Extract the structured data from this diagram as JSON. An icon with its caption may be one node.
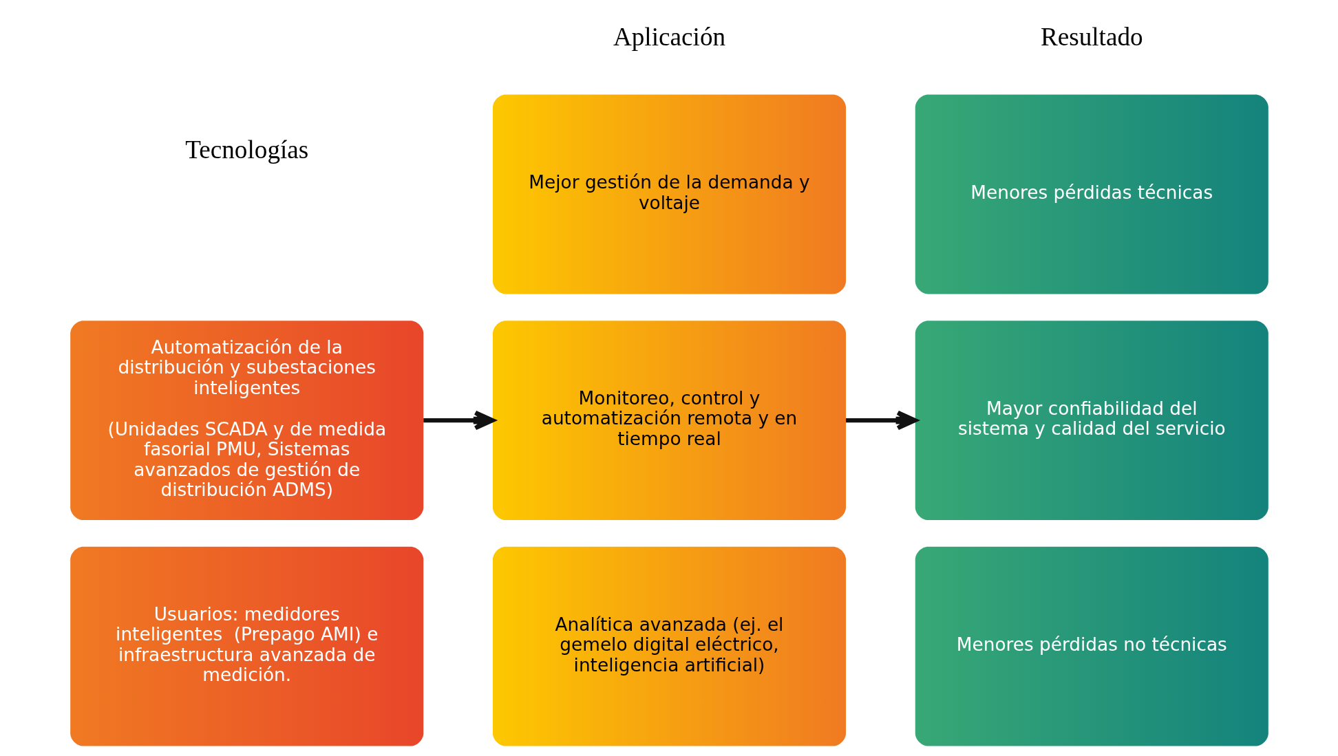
{
  "diagram": {
    "nodes": [
      {
        "text": [
          "Automatización de la distribución y subestaciones inteligentes",
          "(Unidades SCADA y de medida fasorial PMU, Sistemas avanzados de gestión de distribución ADMS)"
        ]
      },
      {
        "text": [
          "Usuarios: medidores inteligentes  (Prepago AMI) e infraestructura avanzada de medición."
        ]
      },
      {
        "text": [
          "Mejor gestión de la demanda y voltaje"
        ]
      },
      {
        "text": [
          "Monitoreo, control y automatización remota y en tiempo real"
        ]
      },
      {
        "text": [
          "Analítica avanzada (ej. el gemelo digital eléctrico, inteligencia artificial)"
        ]
      },
      {
        "text": [
          "Menores pérdidas técnicas"
        ]
      },
      {
        "text": [
          "Mayor confiabilidad del sistema y calidad del servicio"
        ]
      },
      {
        "text": [
          "Menores pérdidas no técnicas"
        ]
      }
    ],
    "edges": [
      {
        "from": 0,
        "to": 3,
        "arrow": "to"
      },
      {
        "from": 3,
        "to": 6,
        "arrow": "to"
      }
    ],
    "labels": [
      "Tecnologías",
      "Aplicación",
      "Resultado"
    ]
  }
}
